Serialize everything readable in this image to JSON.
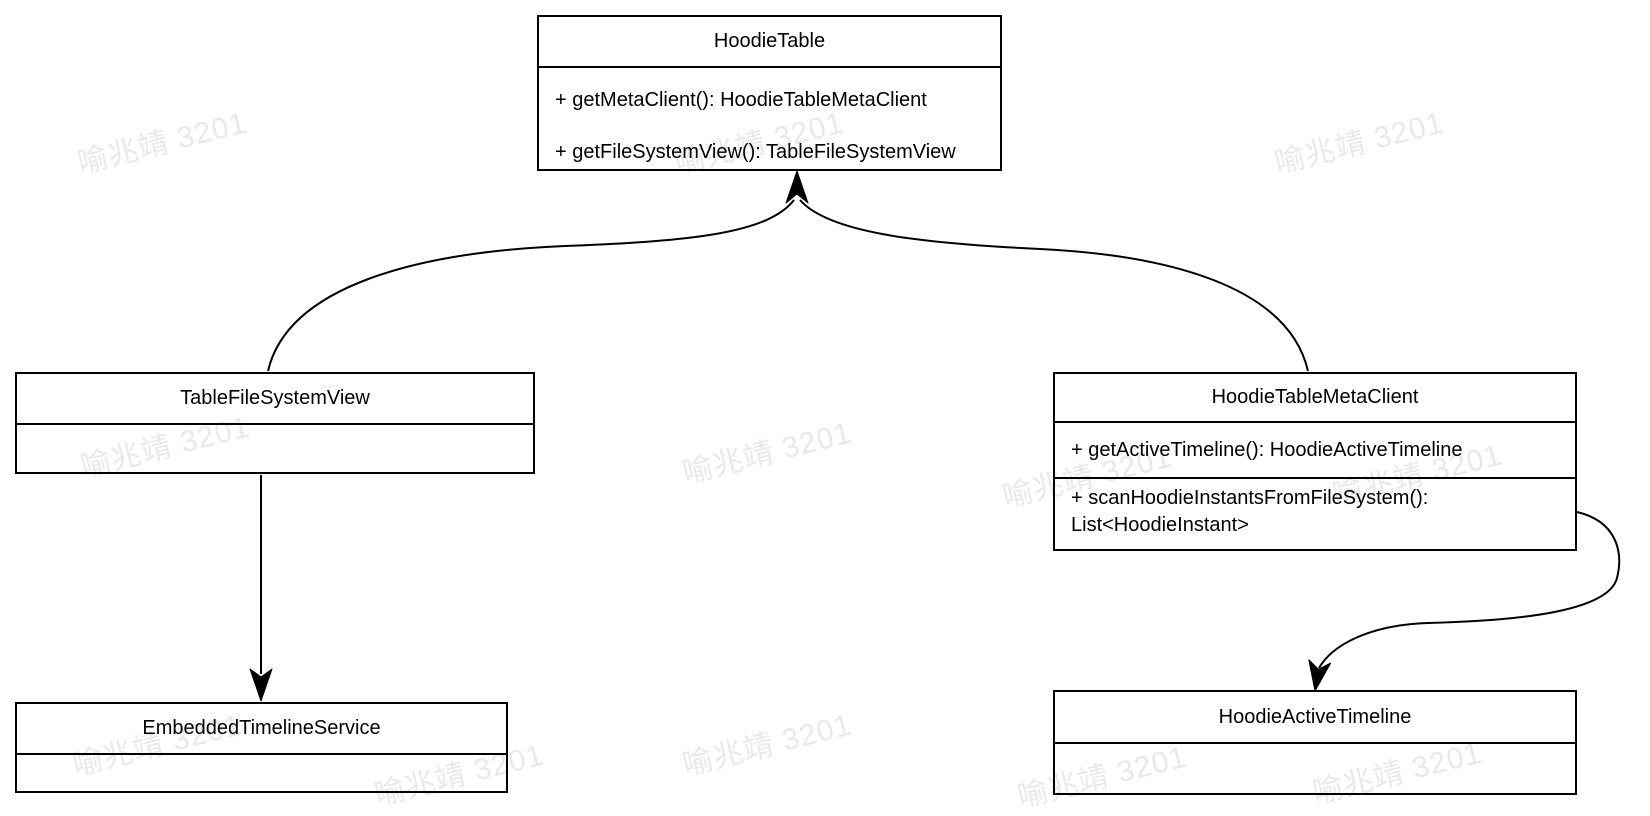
{
  "diagram": {
    "classes": {
      "hoodie_table": {
        "title": "HoodieTable",
        "methods": [
          "+ getMetaClient(): HoodieTableMetaClient",
          "+ getFileSystemView(): TableFileSystemView"
        ]
      },
      "table_file_system_view": {
        "title": "TableFileSystemView",
        "methods": []
      },
      "hoodie_table_meta_client": {
        "title": "HoodieTableMetaClient",
        "methods": [
          "+ getActiveTimeline(): HoodieActiveTimeline",
          "+ scanHoodieInstantsFromFileSystem(): List<HoodieInstant>"
        ]
      },
      "embedded_timeline_service": {
        "title": "EmbeddedTimelineService",
        "methods": []
      },
      "hoodie_active_timeline": {
        "title": "HoodieActiveTimeline",
        "methods": []
      }
    },
    "relations": [
      {
        "from": "TableFileSystemView",
        "to": "HoodieTable"
      },
      {
        "from": "HoodieTableMetaClient",
        "to": "HoodieTable"
      },
      {
        "from": "TableFileSystemView",
        "to": "EmbeddedTimelineService"
      },
      {
        "from": "HoodieTableMetaClient",
        "to": "HoodieActiveTimeline"
      }
    ],
    "watermark": {
      "text": "喻兆靖 3201"
    },
    "colors": {
      "line": "#000000",
      "background": "#ffffff",
      "watermark": "#e9e9e9"
    }
  }
}
